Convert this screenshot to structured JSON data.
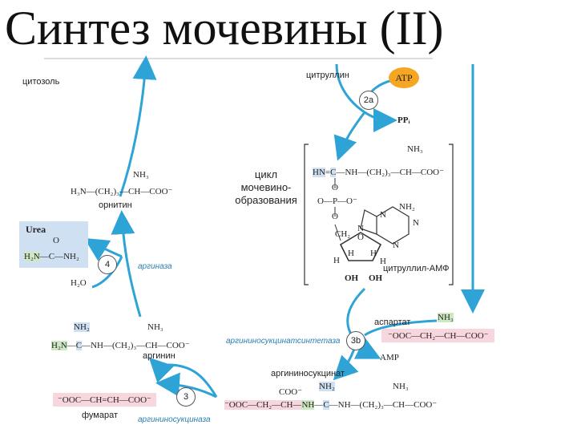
{
  "title": "Синтез мочевины (II)",
  "compartment": "цитозоль",
  "cycle_label": [
    "цикл",
    "мочевино-",
    "образования"
  ],
  "citrulline": {
    "name": "цитруллин",
    "atp": "ATP",
    "step": "2a",
    "ppi": "PPᵢ"
  },
  "citrulline_amp": {
    "name": "цитруллил-АМФ",
    "fragment_hn": "HN",
    "fragment_c": "C",
    "fragment_chain": "—NH—(CH₂)₃—CH—COO⁻",
    "nh3": "NH₃",
    "o_line": "O",
    "p_line": "O—P—O⁻",
    "p_bottom": "O",
    "ch2": "CH₂",
    "ring_o": "O",
    "nh2": "NH₂",
    "n_labels": [
      "N",
      "N",
      "N",
      "N"
    ],
    "h_labels": [
      "H",
      "H",
      "H",
      "H"
    ],
    "oh_labels": [
      "OH",
      "OH"
    ]
  },
  "ornithine": {
    "formula_left": "H₃N",
    "formula_mid": "—(CH₂)₃—CH—COO⁻",
    "nh3": "NH₃",
    "name": "орнитин"
  },
  "urea": {
    "title": "Urea",
    "o": "O",
    "formula_h2n": "H₂N",
    "formula_c": "C",
    "formula_nh2": "NH₂"
  },
  "step4": {
    "number": "4",
    "enzyme": "аргиназа",
    "water": "H₂O"
  },
  "arginine": {
    "nh2": "NH₂",
    "h2n": "H₂N",
    "c": "C",
    "chain": "—NH—(CH₂)₃—CH—COO⁻",
    "nh3": "NH₃",
    "name": "аргинин"
  },
  "aspartate": {
    "name": "аспартат",
    "nh3": "NH₃",
    "formula": "⁻OOC—CH₂—CH—COO⁻"
  },
  "step3b": {
    "enzyme": "аргининосукцинатсинтетаза",
    "number": "3b",
    "amp": "AMP"
  },
  "argininosuccinate": {
    "name": "аргининосукцинат",
    "nh2": "NH₂",
    "coo": "COO⁻",
    "left": "⁻OOC—CH₂—CH—",
    "nh": "NH",
    "c": "C",
    "chain": "—NH—(CH₂)₃—CH—COO⁻",
    "nh3": "NH₃"
  },
  "step3": {
    "number": "3",
    "enzyme": "аргининосукциназа"
  },
  "fumarate": {
    "formula": "⁻OOC—CH=CH—COO⁻",
    "name": "фумарат"
  },
  "colors": {
    "arrow": "#2ea3d6",
    "atp": "#f5a623",
    "green": "#cfe8c4",
    "blue": "#cfe0f2",
    "pink": "#f6d2da"
  }
}
